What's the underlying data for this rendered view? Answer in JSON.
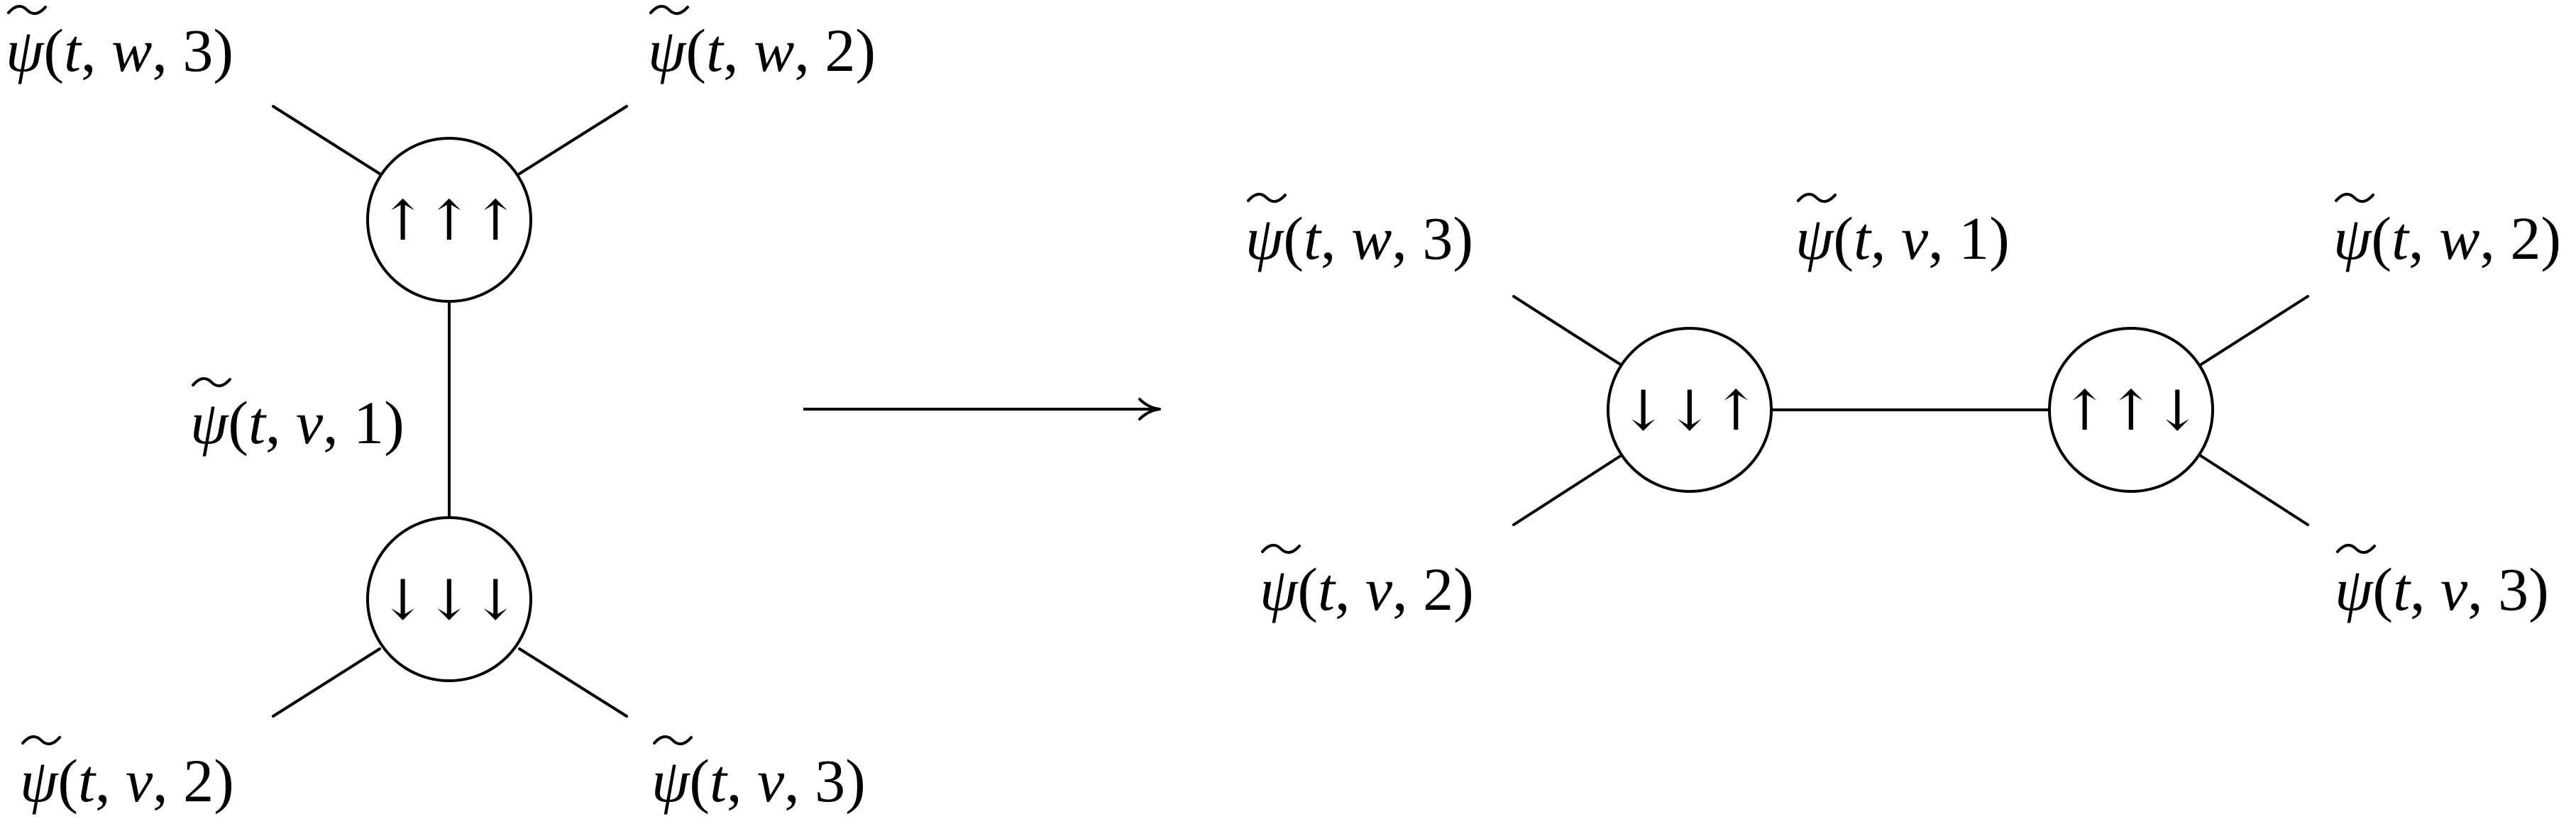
{
  "nodes": {
    "left_top": "↑↑↑",
    "left_bottom": "↓↓↓",
    "right_left": "↓↓↑",
    "right_right": "↑↑↓"
  },
  "labels": {
    "left_tl": {
      "pre": "(",
      "a": "t",
      "c1": ", ",
      "b": "w",
      "c2": ", ",
      "n": "3",
      "post": ")"
    },
    "left_tr": {
      "pre": "(",
      "a": "t",
      "c1": ", ",
      "b": "w",
      "c2": ", ",
      "n": "2",
      "post": ")"
    },
    "left_mid": {
      "pre": "(",
      "a": "t",
      "c1": ", ",
      "b": "v",
      "c2": ", ",
      "n": "1",
      "post": ")"
    },
    "left_bl": {
      "pre": "(",
      "a": "t",
      "c1": ", ",
      "b": "v",
      "c2": ", ",
      "n": "2",
      "post": ")"
    },
    "left_br": {
      "pre": "(",
      "a": "t",
      "c1": ", ",
      "b": "v",
      "c2": ", ",
      "n": "3",
      "post": ")"
    },
    "right_tl": {
      "pre": "(",
      "a": "t",
      "c1": ", ",
      "b": "w",
      "c2": ", ",
      "n": "3",
      "post": ")"
    },
    "right_mid": {
      "pre": "(",
      "a": "t",
      "c1": ", ",
      "b": "v",
      "c2": ", ",
      "n": "1",
      "post": ")"
    },
    "right_tr": {
      "pre": "(",
      "a": "t",
      "c1": ", ",
      "b": "w",
      "c2": ", ",
      "n": "2",
      "post": ")"
    },
    "right_bl": {
      "pre": "(",
      "a": "t",
      "c1": ", ",
      "b": "v",
      "c2": ", ",
      "n": "2",
      "post": ")"
    },
    "right_br": {
      "pre": "(",
      "a": "t",
      "c1": ", ",
      "b": "v",
      "c2": ", ",
      "n": "3",
      "post": ")"
    }
  },
  "psi_symbol": "ψ"
}
